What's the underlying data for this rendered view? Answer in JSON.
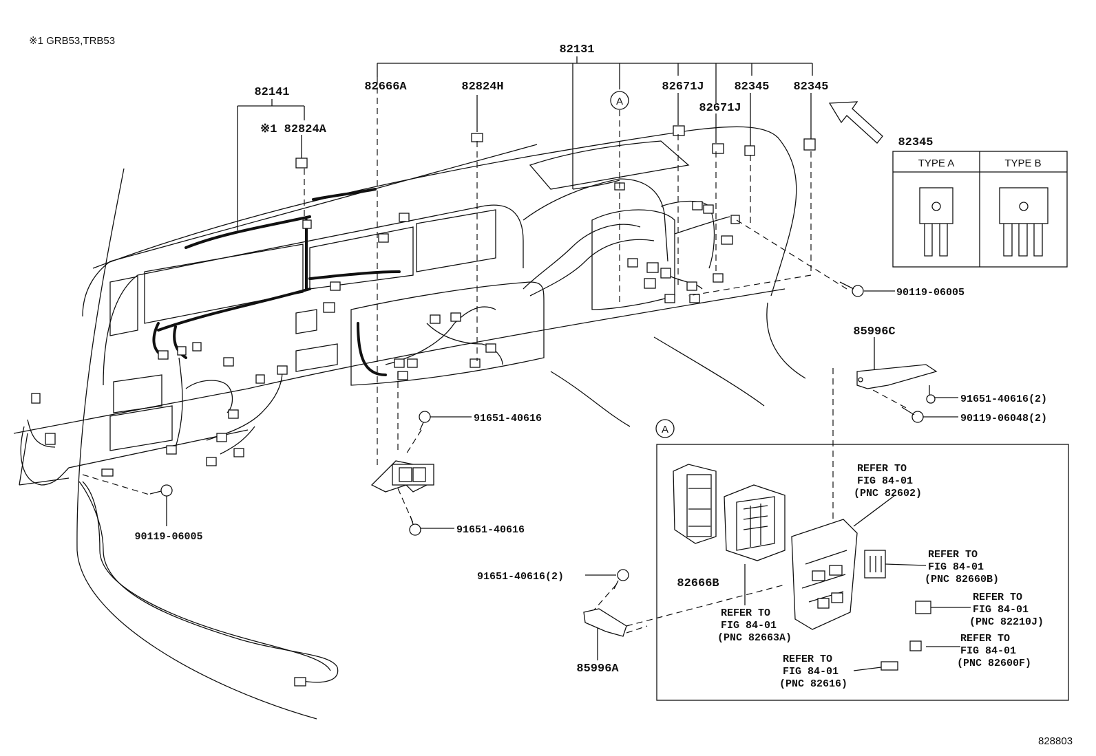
{
  "footnote": "※1 GRB53,TRB53",
  "figure_id": "828803",
  "labels": {
    "p82131": "82131",
    "p82141": "82141",
    "p82824A": "※1 82824A",
    "p82666A": "82666A",
    "p82824H": "82824H",
    "p82671J_1": "82671J",
    "p82671J_2": "82671J",
    "p82345_1": "82345",
    "p82345_2": "82345",
    "p82345_type": "82345",
    "p90119_06005_right": "90119-06005",
    "p90119_06005_left": "90119-06005",
    "p85996C": "85996C",
    "p91651_40616_2_right": "91651-40616(2)",
    "p90119_06048_2": "90119-06048(2)",
    "p91651_40616_upper": "91651-40616",
    "p91651_40616_lower": "91651-40616",
    "p91651_40616_2_left": "91651-40616(2)",
    "p85996A": "85996A",
    "p82666B": "82666B"
  },
  "callout_marker": "A",
  "type_table": {
    "col_a": "TYPE A",
    "col_b": "TYPE B"
  },
  "refer_notes": [
    {
      "line1": "REFER TO",
      "line2": "FIG 84-01",
      "line3": "(PNC 82602)"
    },
    {
      "line1": "REFER TO",
      "line2": "FIG 84-01",
      "line3": "(PNC 82660B)"
    },
    {
      "line1": "REFER TO",
      "line2": "FIG 84-01",
      "line3": "(PNC 82210J)"
    },
    {
      "line1": "REFER TO",
      "line2": "FIG 84-01",
      "line3": "(PNC 82600F)"
    },
    {
      "line1": "REFER TO",
      "line2": "FIG 84-01",
      "line3": "(PNC 82663A)"
    },
    {
      "line1": "REFER TO",
      "line2": "FIG 84-01",
      "line3": "(PNC 82616)"
    }
  ]
}
